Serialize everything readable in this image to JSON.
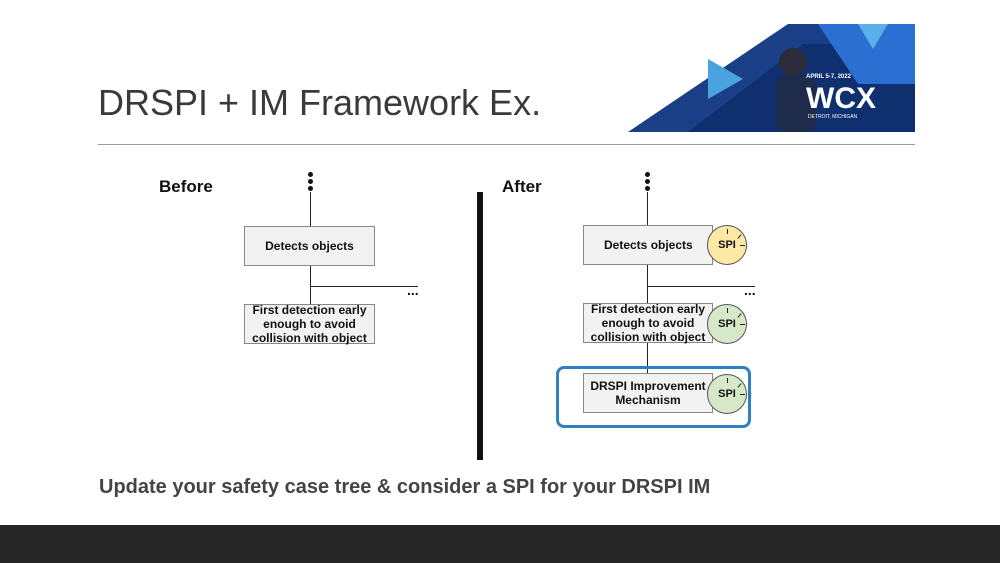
{
  "slide": {
    "title": "DRSPI + IM Framework Ex.",
    "caption": "Update your safety case tree & consider a SPI for your DRSPI IM"
  },
  "banner": {
    "date": "APRIL 5-7, 2022",
    "logo": "WCX",
    "location": "DETROIT, MICHIGAN"
  },
  "before": {
    "label": "Before",
    "box1": "Detects objects",
    "box2": "First detection early enough to avoid collision with object",
    "ellipsis": "..."
  },
  "after": {
    "label": "After",
    "box1": "Detects objects",
    "box2": "First detection early enough to avoid collision with object",
    "box3": "DRSPI Improvement Mechanism",
    "ellipsis": "...",
    "spi_label": "SPI"
  },
  "colors": {
    "spi_yellow": "#fde8a6",
    "spi_green": "#d6e8c8",
    "highlight_blue": "#2f7fc3"
  }
}
